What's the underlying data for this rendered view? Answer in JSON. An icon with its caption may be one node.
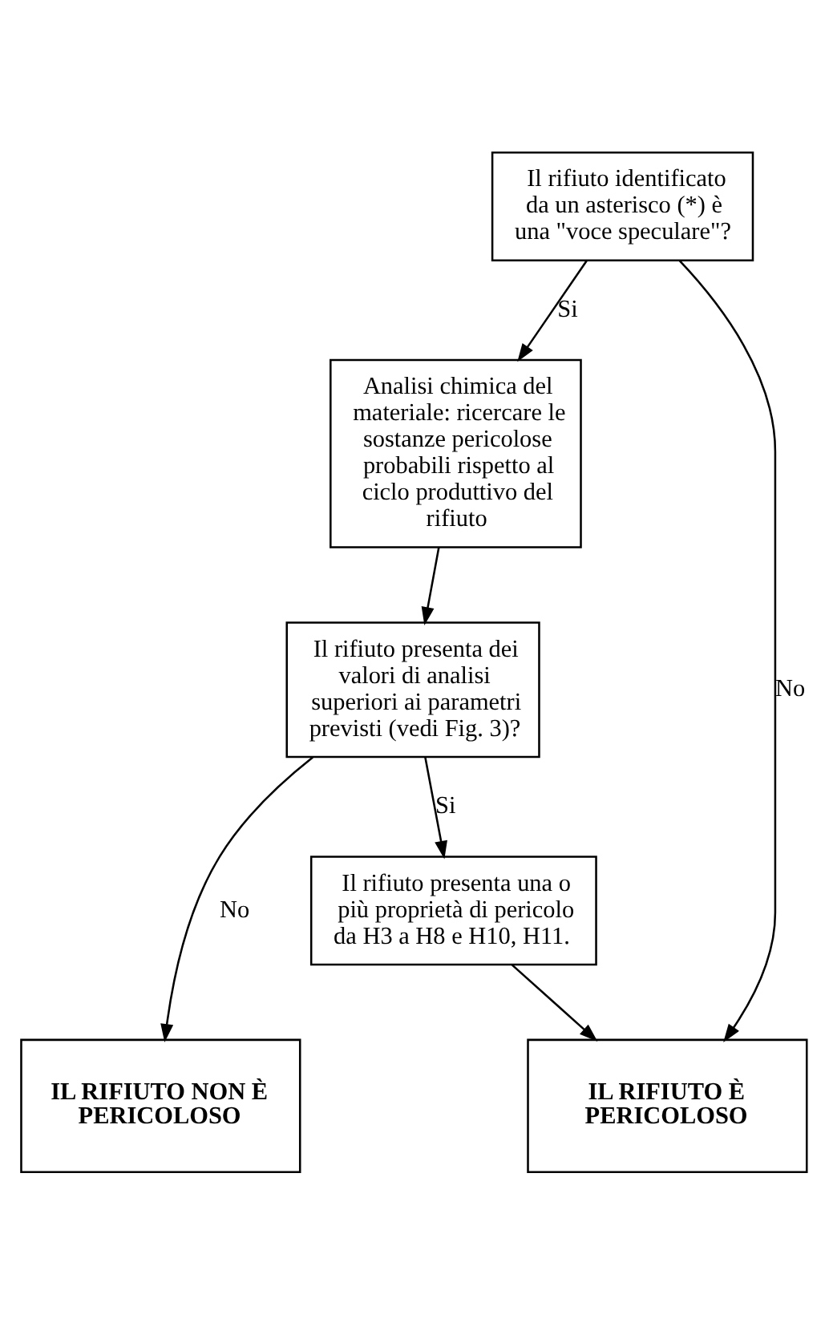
{
  "diagram": {
    "nodes": [
      {
        "text": [
          "Il rifiuto identificato da un asterisco (*) è una \"voce speculare\"?"
        ]
      },
      {
        "text": [
          "Analisi chimica del materiale: ricercare le sostanze pericolose probabili rispetto al ciclo produttivo del rifiuto"
        ]
      },
      {
        "text": [
          "Il rifiuto presenta dei valori di analisi superiori ai parametri previsti (vedi Fig. 3)?"
        ]
      },
      {
        "text": [
          "Il rifiuto presenta una o più proprietà di pericolo da H3 a H8 e H10, H11."
        ]
      },
      {
        "text": [
          "IL RIFIUTO È PERICOLOSO"
        ]
      },
      {
        "text": [
          "IL RIFIUTO NON È PERICOLOSO"
        ]
      }
    ],
    "edges": [
      {
        "from": 0,
        "to": 4,
        "arrow": "to",
        "label": "No"
      },
      {
        "from": 0,
        "to": 1,
        "arrow": "to",
        "label": "Si"
      },
      {
        "from": 1,
        "to": 2,
        "arrow": "to"
      },
      {
        "from": 2,
        "to": 3,
        "arrow": "to",
        "label": "Si"
      },
      {
        "from": 2,
        "to": 5,
        "arrow": "to",
        "label": "No"
      },
      {
        "from": 3,
        "to": 4,
        "arrow": "to"
      }
    ]
  }
}
